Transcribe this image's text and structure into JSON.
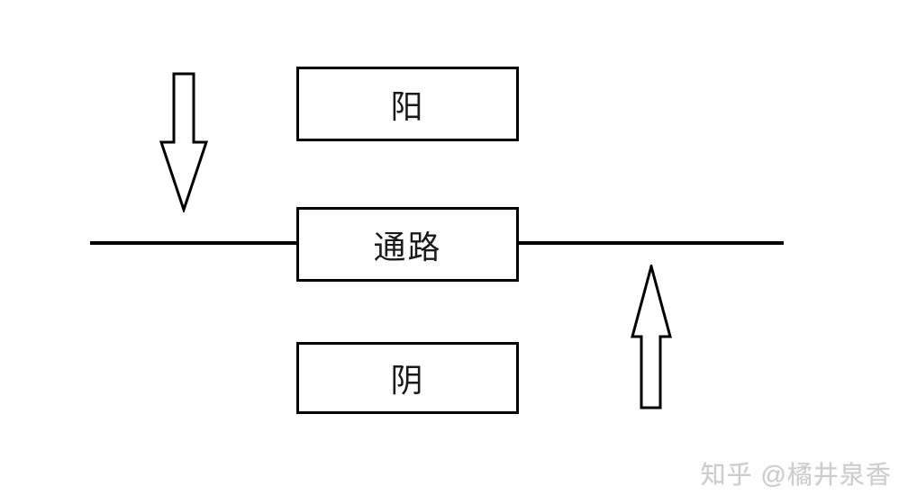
{
  "diagram": {
    "title": "yin-yang pathway diagram",
    "boxes": {
      "top": {
        "label": "阳"
      },
      "middle": {
        "label": "通路"
      },
      "bottom": {
        "label": "阴"
      }
    },
    "arrows": {
      "left": {
        "direction": "down",
        "style": "hollow-outline"
      },
      "right": {
        "direction": "up",
        "style": "hollow-outline"
      }
    },
    "colors": {
      "line": "#000000",
      "background": "#ffffff",
      "watermark_text": "#cccccc"
    }
  },
  "watermark": {
    "text": "知乎 @橘井泉香"
  }
}
